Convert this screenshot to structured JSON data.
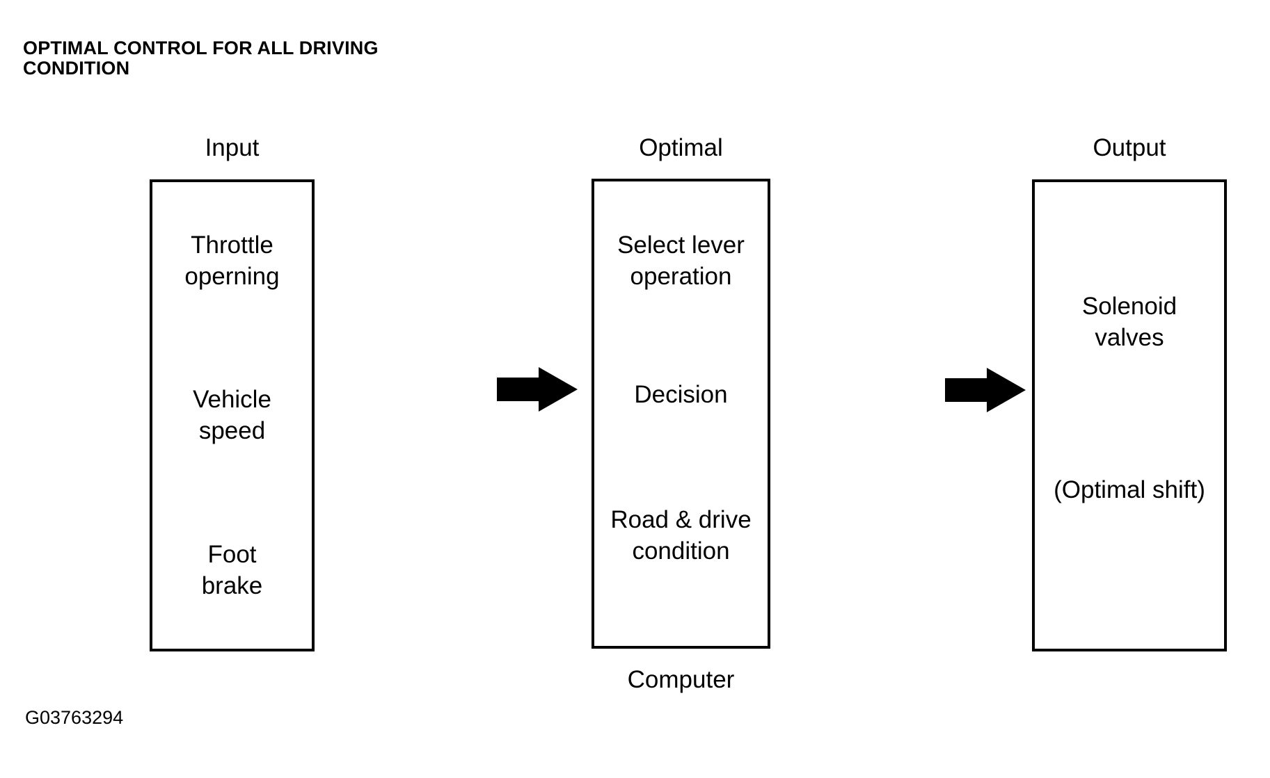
{
  "page": {
    "background_color": "#ffffff",
    "ink_color": "#000000"
  },
  "title": "OPTIMAL CONTROL FOR ALL DRIVING\nCONDITION",
  "figure_id": "G03763294",
  "diagram": {
    "columns": [
      {
        "label": "Input",
        "items": [
          "Throttle\noperning",
          "Vehicle\nspeed",
          "Foot\nbrake"
        ]
      },
      {
        "label": "Optimal",
        "items": [
          "Select lever\noperation",
          "Decision",
          "Road & drive\ncondition"
        ],
        "caption": "Computer"
      },
      {
        "label": "Output",
        "items": [
          "Solenoid\nvalves",
          "(Optimal shift)"
        ]
      }
    ],
    "arrows": [
      {
        "from": "Input",
        "to": "Optimal"
      },
      {
        "from": "Optimal",
        "to": "Output"
      }
    ]
  }
}
